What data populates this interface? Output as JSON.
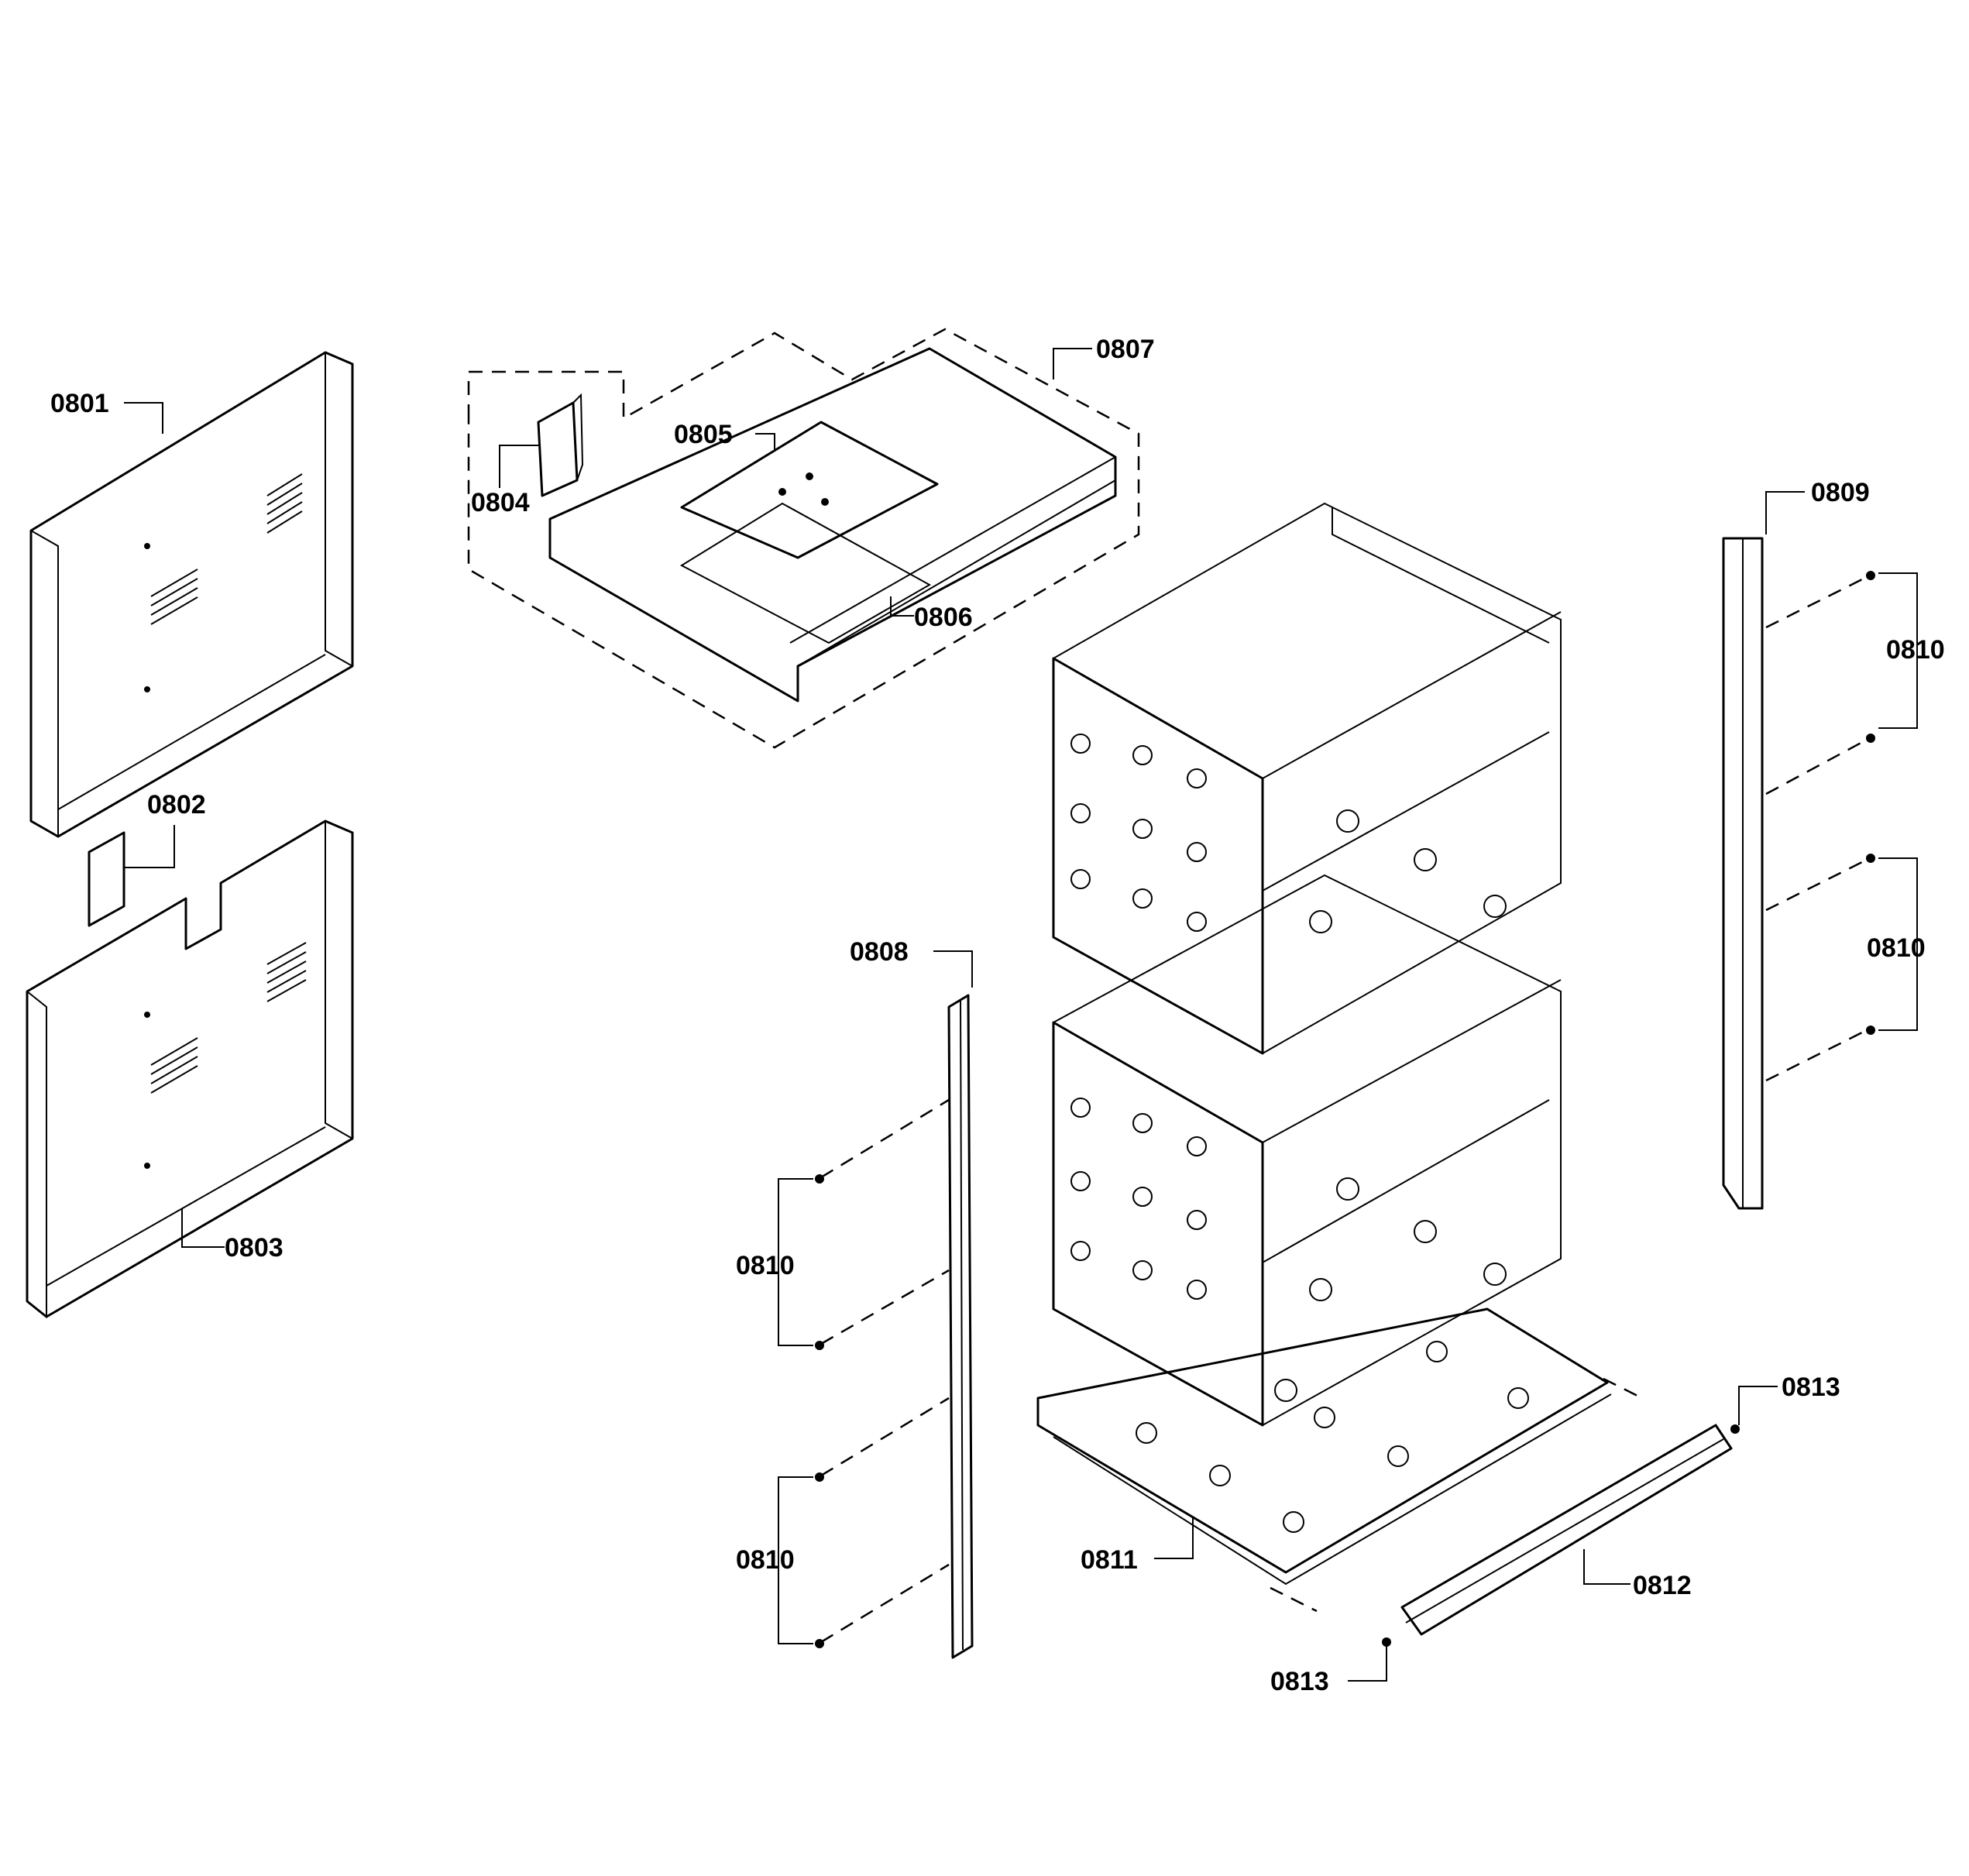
{
  "callouts": {
    "c0801": "0801",
    "c0802": "0802",
    "c0803": "0803",
    "c0804": "0804",
    "c0805": "0805",
    "c0806": "0806",
    "c0807": "0807",
    "c0808": "0808",
    "c0809": "0809",
    "c0810_a": "0810",
    "c0810_b": "0810",
    "c0810_c": "0810",
    "c0810_d": "0810",
    "c0811": "0811",
    "c0812": "0812",
    "c0813_a": "0813",
    "c0813_b": "0813"
  }
}
